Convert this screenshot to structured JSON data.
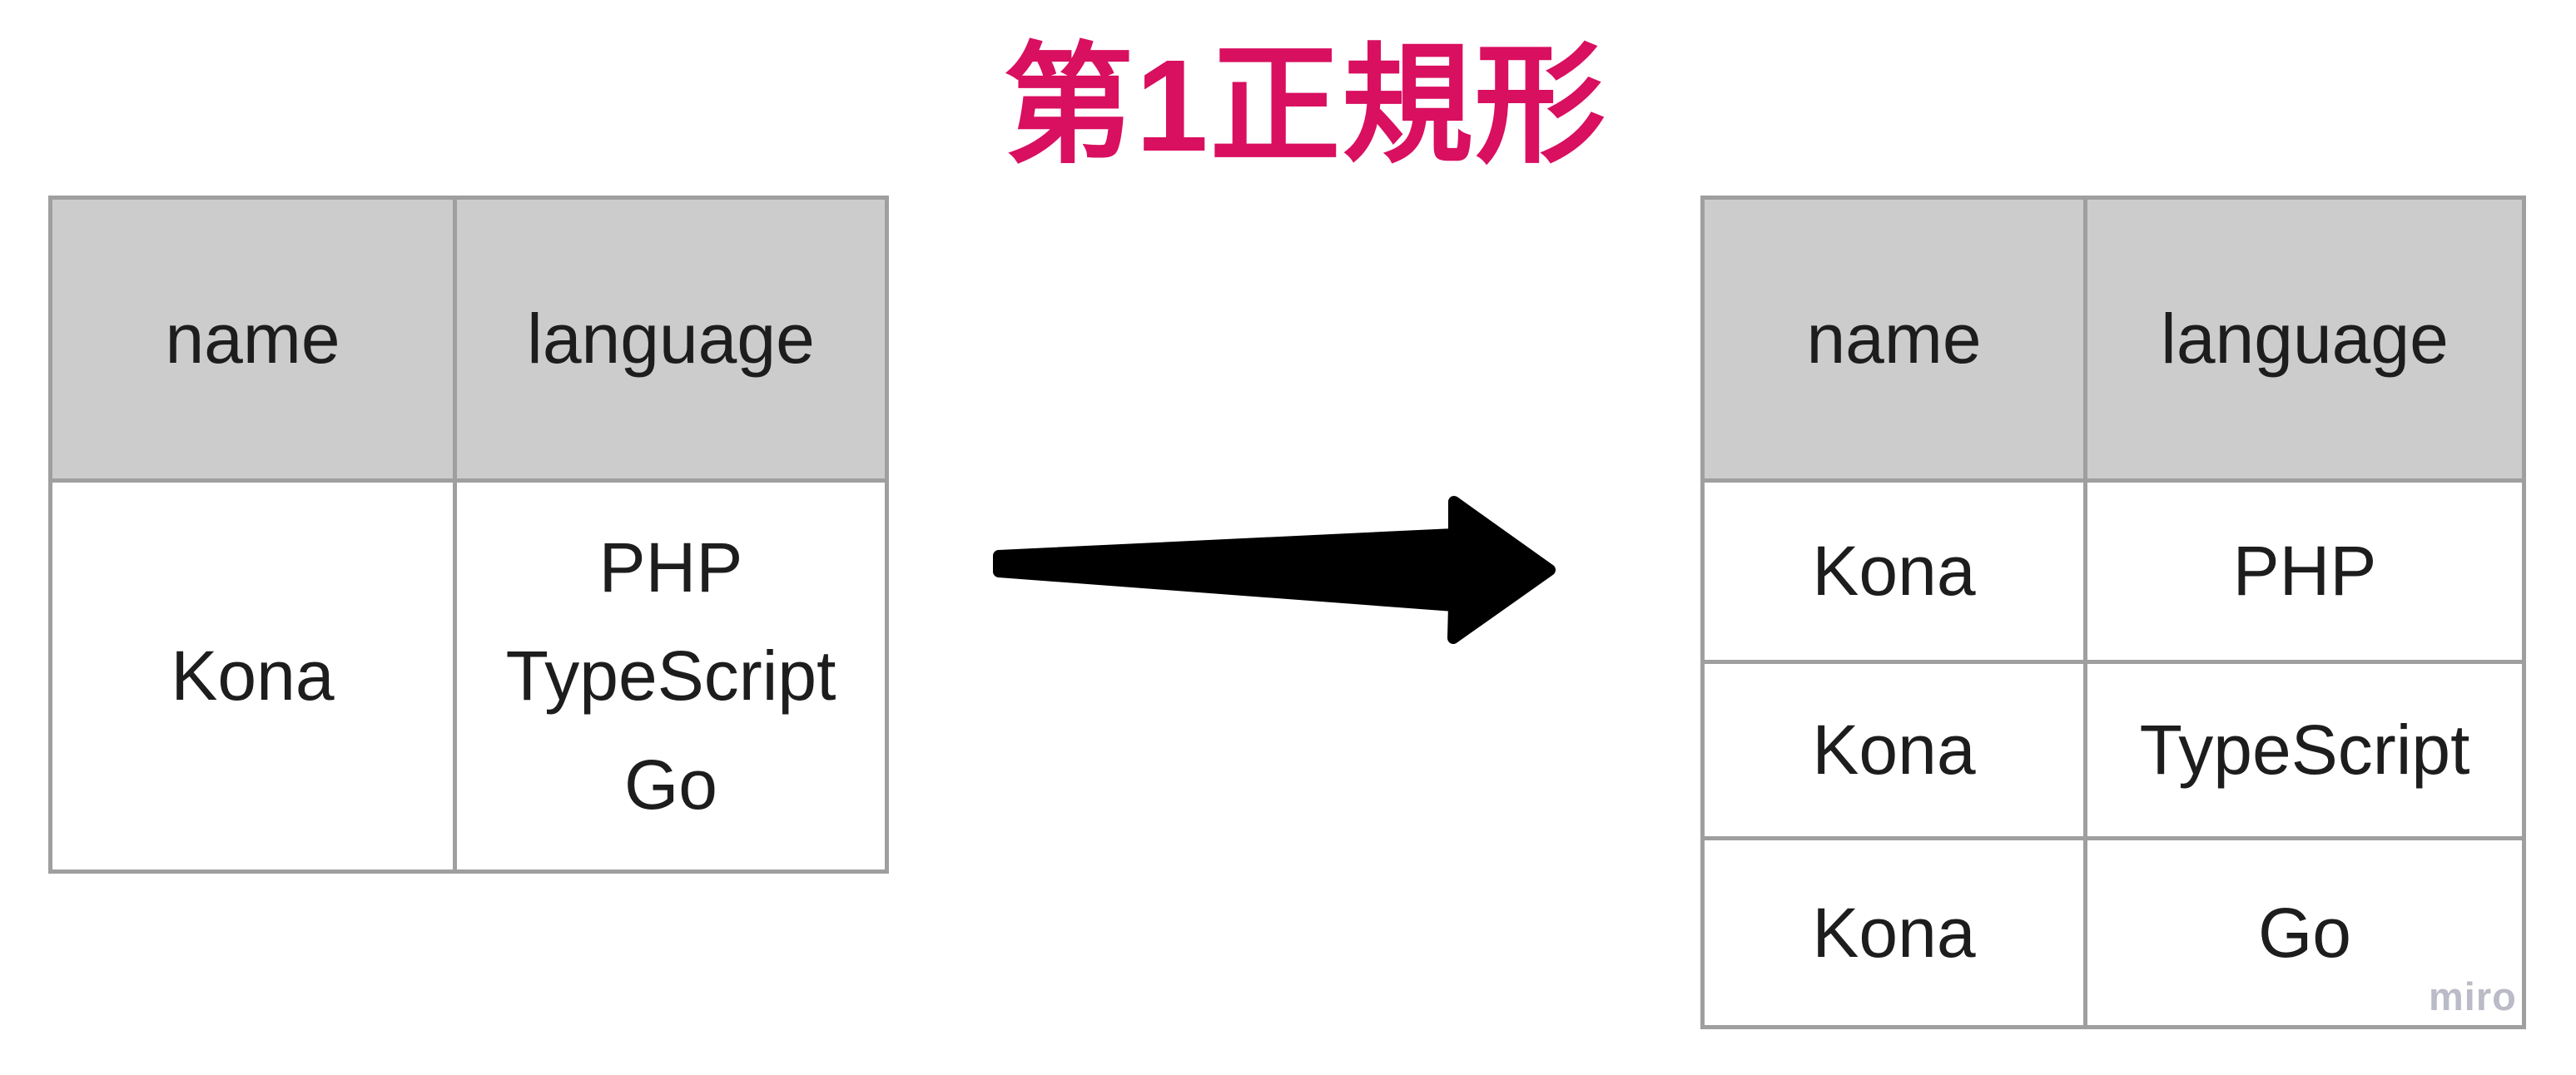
{
  "title": {
    "text": "第1正規形",
    "color": "#d90f60"
  },
  "left_table": {
    "columns": [
      "name",
      "language"
    ],
    "rows": [
      {
        "name": "Kona",
        "languages": [
          "PHP",
          "TypeScript",
          "Go"
        ]
      }
    ]
  },
  "right_table": {
    "columns": [
      "name",
      "language"
    ],
    "rows": [
      [
        "Kona",
        "PHP"
      ],
      [
        "Kona",
        "TypeScript"
      ],
      [
        "Kona",
        "Go"
      ]
    ]
  },
  "arrow": {
    "icon": "right-arrow",
    "color": "#000000"
  },
  "watermark": {
    "text": "miro",
    "color": "#b7b8c5"
  },
  "colors": {
    "background": "#ffffff",
    "header_bg": "#cccccc",
    "table_border": "#9f9f9f",
    "cell_text": "#1d1d1d",
    "title_pink": "#d90f60"
  }
}
